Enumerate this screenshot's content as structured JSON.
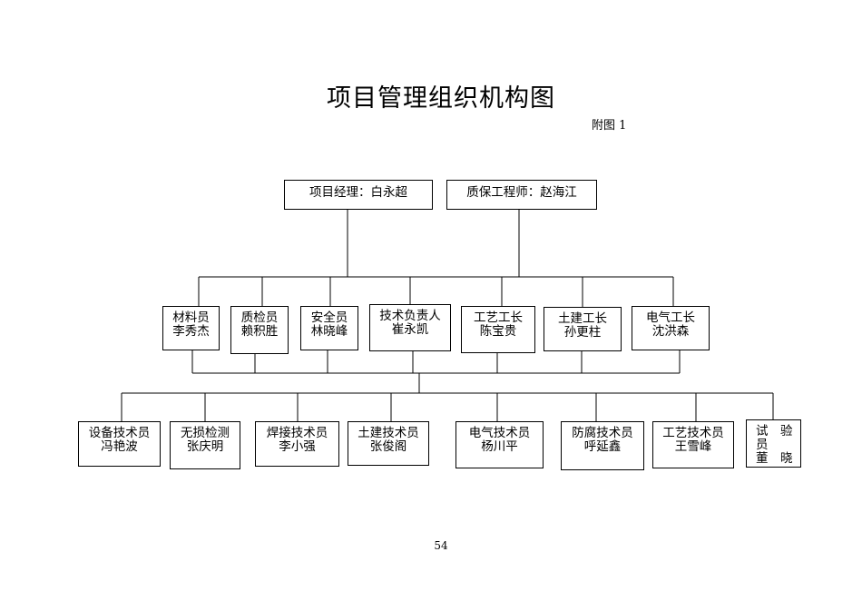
{
  "document": {
    "title": "项目管理组织机构图",
    "subtitle": "附图 1",
    "page_number": "54"
  },
  "org": {
    "top": [
      {
        "text": "项目经理：白永超"
      },
      {
        "text": "质保工程师：赵海江"
      }
    ],
    "middle": [
      {
        "line1": "材料员",
        "line2": "李秀杰"
      },
      {
        "line1": "质检员",
        "line2": "赖积胜"
      },
      {
        "line1": "安全员",
        "line2": "林晓峰"
      },
      {
        "line1": "技术负责人",
        "line2": "崔永凯"
      },
      {
        "line1": "工艺工长",
        "line2": "陈宝贵"
      },
      {
        "line1": "土建工长",
        "line2": "孙更柱"
      },
      {
        "line1": "电气工长",
        "line2": "沈洪森"
      }
    ],
    "bottom": [
      {
        "line1": "设备技术员",
        "line2": "冯艳波"
      },
      {
        "line1": "无损检测",
        "line2": "张庆明"
      },
      {
        "line1": "焊接技术员",
        "line2": "李小强"
      },
      {
        "line1": "土建技术员",
        "line2": "张俊阁"
      },
      {
        "line1": "电气技术员",
        "line2": "杨川平"
      },
      {
        "line1": "防腐技术员",
        "line2": "呼延鑫"
      },
      {
        "line1": "工艺技术员",
        "line2": "王雪峰"
      },
      {
        "line1": "试　验",
        "line2": "员",
        "line3": "董　晓"
      }
    ]
  }
}
